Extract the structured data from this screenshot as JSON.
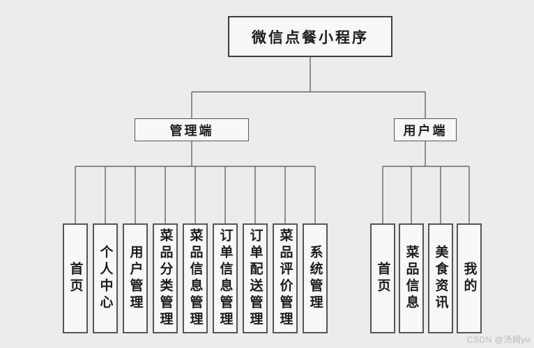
{
  "diagram": {
    "type": "hierarchy-tree",
    "root": {
      "label": "微信点餐小程序"
    },
    "branches": {
      "admin": {
        "label": "管理端",
        "children": [
          {
            "label": "首页"
          },
          {
            "label": "个人中心"
          },
          {
            "label": "用户管理"
          },
          {
            "label": "菜品分类管理"
          },
          {
            "label": "菜品信息管理"
          },
          {
            "label": "订单信息管理"
          },
          {
            "label": "订单配送管理"
          },
          {
            "label": "菜品评价管理"
          },
          {
            "label": "系统管理"
          }
        ]
      },
      "user": {
        "label": "用户端",
        "children": [
          {
            "label": "首页"
          },
          {
            "label": "菜品信息"
          },
          {
            "label": "美食资讯"
          },
          {
            "label": "我的"
          }
        ]
      }
    },
    "colors": {
      "background": "#ececec",
      "node_fill": "#f8f8f8",
      "node_border": "#555555",
      "connector": "#666666",
      "text": "#1c1c1c",
      "watermark": "#b4bac2"
    }
  },
  "watermark": {
    "text": "CSDN @汤姆yu"
  }
}
